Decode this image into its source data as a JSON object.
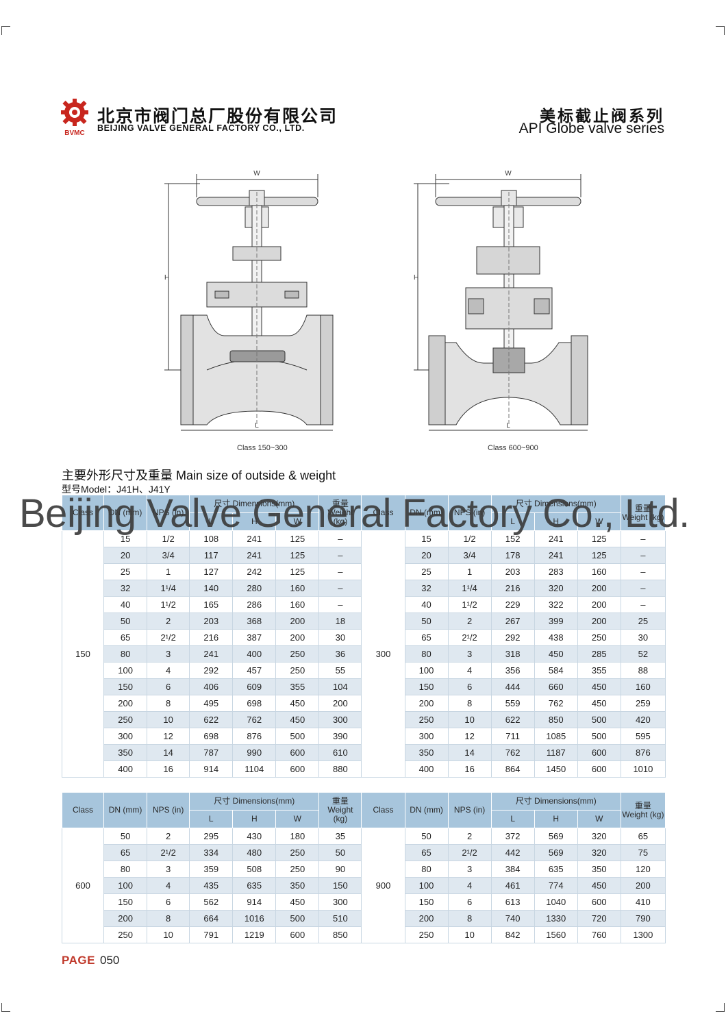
{
  "header": {
    "company_cn": "北京市阀门总厂股份有限公司",
    "company_en": "BEIJING VALVE GENERAL FACTORY CO., LTD.",
    "logo_text": "BVMC",
    "series_cn": "美标截止阀系列",
    "series_en": "API Globe valve series"
  },
  "drawings": [
    {
      "caption": "Class 150~300",
      "label_w": "W",
      "label_h": "H",
      "label_l": "L"
    },
    {
      "caption": "Class 600~900",
      "label_w": "W",
      "label_h": "H",
      "label_l": "L"
    }
  ],
  "section_title": "主要外形尺寸及重量 Main size of outside & weight",
  "model_line": "型号Model：J41H、J41Y",
  "table_headers": {
    "class": "Class",
    "dn": "DN (mm)",
    "nps": "NPS (in)",
    "dimensions": "尺寸 Dimensions(mm)",
    "l": "L",
    "h": "H",
    "w": "W",
    "weight": "重量 Weight (kg)"
  },
  "table1": {
    "left_class": "150",
    "right_class": "300",
    "rows": [
      {
        "l": [
          "15",
          "1/2",
          "108",
          "241",
          "125",
          "–"
        ],
        "r": [
          "15",
          "1/2",
          "152",
          "241",
          "125",
          "–"
        ]
      },
      {
        "l": [
          "20",
          "3/4",
          "117",
          "241",
          "125",
          "–"
        ],
        "r": [
          "20",
          "3/4",
          "178",
          "241",
          "125",
          "–"
        ]
      },
      {
        "l": [
          "25",
          "1",
          "127",
          "242",
          "125",
          "–"
        ],
        "r": [
          "25",
          "1",
          "203",
          "283",
          "160",
          "–"
        ]
      },
      {
        "l": [
          "32",
          "1¹/4",
          "140",
          "280",
          "160",
          "–"
        ],
        "r": [
          "32",
          "1¹/4",
          "216",
          "320",
          "200",
          "–"
        ]
      },
      {
        "l": [
          "40",
          "1¹/2",
          "165",
          "286",
          "160",
          "–"
        ],
        "r": [
          "40",
          "1¹/2",
          "229",
          "322",
          "200",
          "–"
        ]
      },
      {
        "l": [
          "50",
          "2",
          "203",
          "368",
          "200",
          "18"
        ],
        "r": [
          "50",
          "2",
          "267",
          "399",
          "200",
          "25"
        ]
      },
      {
        "l": [
          "65",
          "2¹/2",
          "216",
          "387",
          "200",
          "30"
        ],
        "r": [
          "65",
          "2¹/2",
          "292",
          "438",
          "250",
          "30"
        ]
      },
      {
        "l": [
          "80",
          "3",
          "241",
          "400",
          "250",
          "36"
        ],
        "r": [
          "80",
          "3",
          "318",
          "450",
          "285",
          "52"
        ]
      },
      {
        "l": [
          "100",
          "4",
          "292",
          "457",
          "250",
          "55"
        ],
        "r": [
          "100",
          "4",
          "356",
          "584",
          "355",
          "88"
        ]
      },
      {
        "l": [
          "150",
          "6",
          "406",
          "609",
          "355",
          "104"
        ],
        "r": [
          "150",
          "6",
          "444",
          "660",
          "450",
          "160"
        ]
      },
      {
        "l": [
          "200",
          "8",
          "495",
          "698",
          "450",
          "200"
        ],
        "r": [
          "200",
          "8",
          "559",
          "762",
          "450",
          "259"
        ]
      },
      {
        "l": [
          "250",
          "10",
          "622",
          "762",
          "450",
          "300"
        ],
        "r": [
          "250",
          "10",
          "622",
          "850",
          "500",
          "420"
        ]
      },
      {
        "l": [
          "300",
          "12",
          "698",
          "876",
          "500",
          "390"
        ],
        "r": [
          "300",
          "12",
          "711",
          "1085",
          "500",
          "595"
        ]
      },
      {
        "l": [
          "350",
          "14",
          "787",
          "990",
          "600",
          "610"
        ],
        "r": [
          "350",
          "14",
          "762",
          "1187",
          "600",
          "876"
        ]
      },
      {
        "l": [
          "400",
          "16",
          "914",
          "1104",
          "600",
          "880"
        ],
        "r": [
          "400",
          "16",
          "864",
          "1450",
          "600",
          "1010"
        ]
      }
    ]
  },
  "table2": {
    "left_class": "600",
    "right_class": "900",
    "rows": [
      {
        "l": [
          "50",
          "2",
          "295",
          "430",
          "180",
          "35"
        ],
        "r": [
          "50",
          "2",
          "372",
          "569",
          "320",
          "65"
        ]
      },
      {
        "l": [
          "65",
          "2¹/2",
          "334",
          "480",
          "250",
          "50"
        ],
        "r": [
          "65",
          "2¹/2",
          "442",
          "569",
          "320",
          "75"
        ]
      },
      {
        "l": [
          "80",
          "3",
          "359",
          "508",
          "250",
          "90"
        ],
        "r": [
          "80",
          "3",
          "384",
          "635",
          "350",
          "120"
        ]
      },
      {
        "l": [
          "100",
          "4",
          "435",
          "635",
          "350",
          "150"
        ],
        "r": [
          "100",
          "4",
          "461",
          "774",
          "450",
          "200"
        ]
      },
      {
        "l": [
          "150",
          "6",
          "562",
          "914",
          "450",
          "300"
        ],
        "r": [
          "150",
          "6",
          "613",
          "1040",
          "600",
          "410"
        ]
      },
      {
        "l": [
          "200",
          "8",
          "664",
          "1016",
          "500",
          "510"
        ],
        "r": [
          "200",
          "8",
          "740",
          "1330",
          "720",
          "790"
        ]
      },
      {
        "l": [
          "250",
          "10",
          "791",
          "1219",
          "600",
          "850"
        ],
        "r": [
          "250",
          "10",
          "842",
          "1560",
          "760",
          "1300"
        ]
      }
    ]
  },
  "watermark": "Beijing Valve General Factory Co., Ltd.",
  "page": {
    "label": "PAGE",
    "number": "050"
  },
  "colors": {
    "header_band": "#a7c5dc",
    "row_band": "#dfe8f0",
    "page_label": "#c0392b",
    "logo_red": "#c8261e"
  }
}
